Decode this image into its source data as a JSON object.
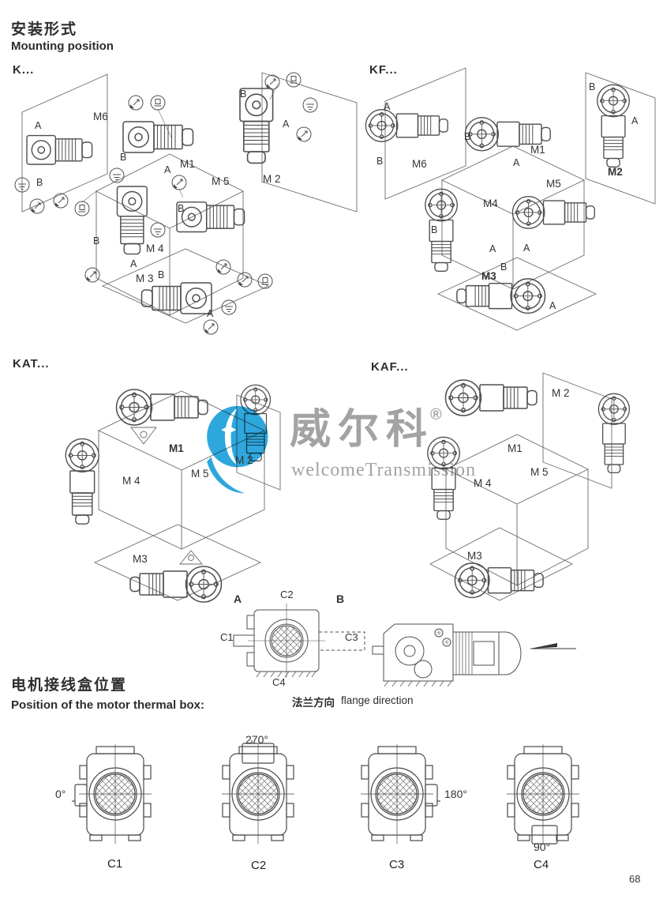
{
  "page": {
    "number": "68"
  },
  "header": {
    "title_zh": "安装形式",
    "title_en": "Mounting position"
  },
  "sections": {
    "k": {
      "label": "K...",
      "m1": "M1",
      "m2": "M 2",
      "m3": "M 3",
      "m4": "M 4",
      "m5": "M 5",
      "m6": "M6",
      "a": "A",
      "b": "B"
    },
    "kf": {
      "label": "KF...",
      "m1": "M1",
      "m2": "M2",
      "m3": "M3",
      "m4": "M4",
      "m5": "M5",
      "m6": "M6",
      "a": "A",
      "b": "B"
    },
    "kat": {
      "label": "KAT...",
      "m1": "M1",
      "m2": "M 2",
      "m3": "M3",
      "m4": "M 4",
      "m5": "M 5"
    },
    "kaf": {
      "label": "KAF...",
      "m1": "M1",
      "m2": "M 2",
      "m3": "M3",
      "m4": "M 4",
      "m5": "M 5"
    }
  },
  "flange": {
    "a": "A",
    "b": "B",
    "c1": "C1",
    "c2": "C2",
    "c3": "C3",
    "c4": "C4",
    "caption_zh": "法兰方向",
    "caption_en": "flange direction"
  },
  "terminal": {
    "title_zh": "电机接线盒位置",
    "title_en": "Position of the motor thermal box:",
    "motors": [
      {
        "label": "C1",
        "angle": "0°"
      },
      {
        "label": "C2",
        "angle": "270°"
      },
      {
        "label": "C3",
        "angle": "180°"
      },
      {
        "label": "C4",
        "angle": "90°"
      }
    ]
  },
  "watermark": {
    "brand": "威尔科",
    "registered": "®",
    "subtitle": "welcomeTransmission",
    "blue": "#2ea7dc",
    "gray": "#a3a3a3"
  },
  "icons": {
    "vent_plug": "vent-plug-icon",
    "level_plug": "oil-level-plug-icon",
    "drain_plug": "drain-plug-icon"
  }
}
